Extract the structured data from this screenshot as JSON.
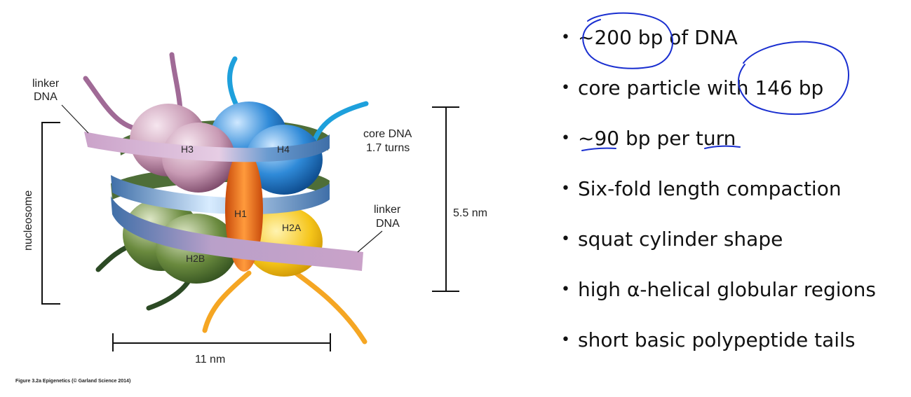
{
  "diagram": {
    "labels": {
      "linker_dna_top": [
        "linker",
        "DNA"
      ],
      "linker_dna_right": [
        "linker",
        "DNA"
      ],
      "core_dna": [
        "core DNA",
        "1.7 turns"
      ],
      "nucleosome": "nucleosome",
      "height": "5.5 nm",
      "width": "11 nm"
    },
    "histones": {
      "h3": "H3",
      "h4": "H4",
      "h1": "H1",
      "h2a": "H2A",
      "h2b": "H2B"
    },
    "caption": "Figure 3.2a  Epigenetics (© Garland Science 2014)",
    "colors": {
      "h3": "#c89ab4",
      "h4": "#2f8ad8",
      "h1": "#f07a1e",
      "h2a": "#f5c51a",
      "h2b": "#6a8a3e",
      "dna_ribbon": "#4a7fb8",
      "linker_ribbon": "#caa2c9",
      "tail_green": "#2c4a24",
      "tail_purple": "#a06a96",
      "tail_blue": "#1ea0dc",
      "tail_orange": "#f5a623"
    }
  },
  "bullets": [
    "~200 bp of DNA",
    "core particle with 146 bp",
    "~90 bp per turn",
    "Six-fold length compaction",
    "squat cylinder shape",
    "high α-helical globular regions",
    "short basic polypeptide tails"
  ],
  "annotation_color": "#1a2fd0"
}
